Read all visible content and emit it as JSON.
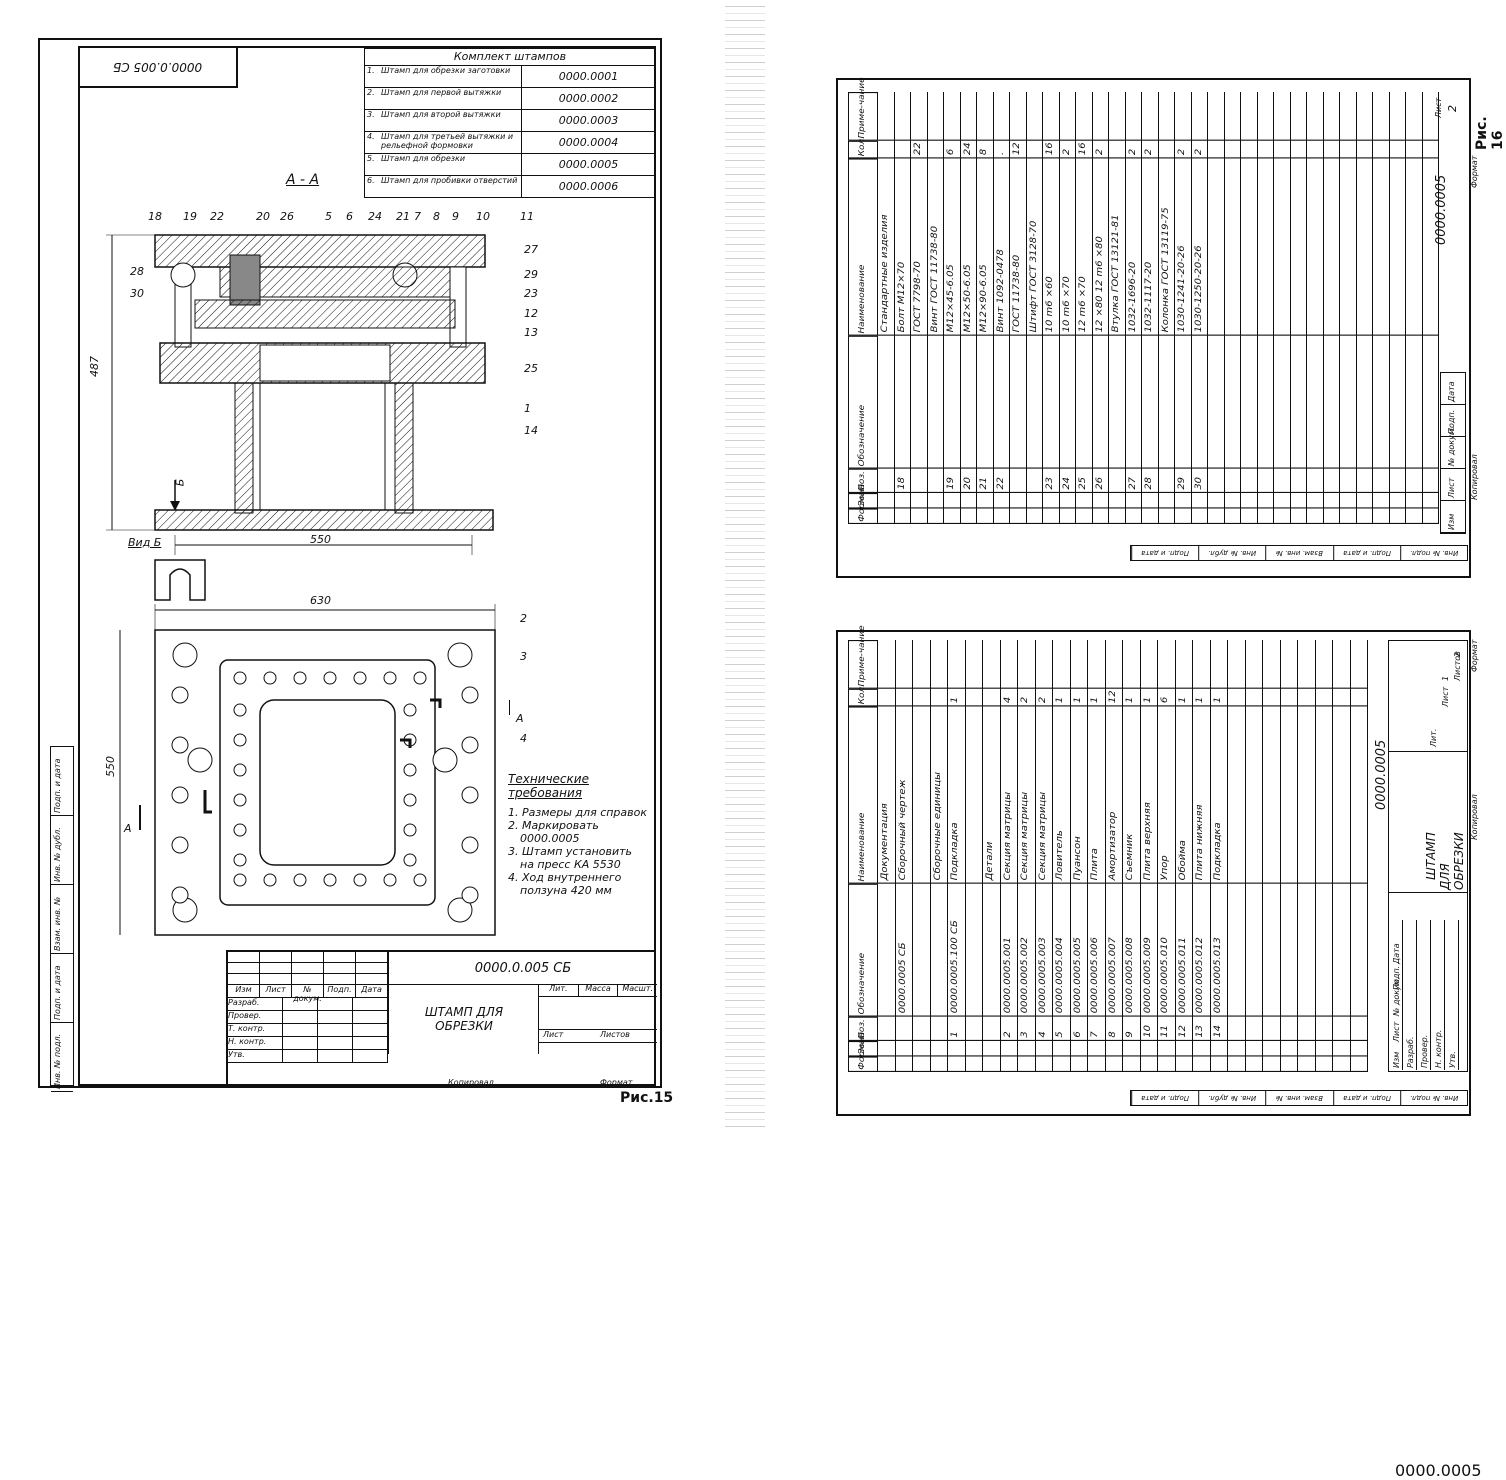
{
  "drawing15": {
    "code_top": "0000.0.005 СБ",
    "kit": {
      "title": "Комплект штампов",
      "rows": [
        {
          "n": "1.",
          "name": "Штамп для обрезки заготовки",
          "code": "0000.0001"
        },
        {
          "n": "2.",
          "name": "Штамп для первой вытяжки",
          "code": "0000.0002"
        },
        {
          "n": "3.",
          "name": "Штамп для второй вытяжки",
          "code": "0000.0003"
        },
        {
          "n": "4.",
          "name": "Штамп для третьей вытяжки и рельефной формовки",
          "code": "0000.0004"
        },
        {
          "n": "5.",
          "name": "Штамп для обрезки",
          "code": "0000.0005"
        },
        {
          "n": "6.",
          "name": "Штамп для пробивки отверстий",
          "code": "0000.0006"
        }
      ]
    },
    "section_label": "А - А",
    "view_label": "Вид Б",
    "dims": {
      "height": "487",
      "width_bottom": "550",
      "width_plan": "630",
      "height_plan": "550"
    },
    "callouts_top": [
      "18",
      "19",
      "22",
      "20",
      "26",
      "5",
      "6",
      "24",
      "21",
      "7",
      "8",
      "9",
      "10",
      "11"
    ],
    "callouts_right": [
      "27",
      "29",
      "23",
      "12",
      "13",
      "25",
      "1",
      "14"
    ],
    "callouts_left": [
      "28",
      "30"
    ],
    "callouts_plan": [
      "2",
      "3",
      "4"
    ],
    "arrow_b": "Б",
    "arrow_a": "А",
    "tech_title": "Технические требования",
    "tech_items": [
      "1. Размеры для справок",
      "2. Маркировать",
      "0000.0005",
      "3. Штамп установить",
      "на пресс КА 5530",
      "4. Ход внутреннего",
      "ползуна 420 мм"
    ],
    "stamp": {
      "code": "0000.0.005 СБ",
      "title1": "ШТАМП ДЛЯ",
      "title2": "ОБРЕЗКИ",
      "cols": [
        "Изм",
        "Лист",
        "№ докум.",
        "Подп.",
        "Дата"
      ],
      "rows": [
        "Разраб.",
        "Провер.",
        "Т. контр.",
        "Н. контр.",
        "Утв."
      ],
      "lit": "Лит.",
      "massa": "Масса",
      "masht": "Масшт.",
      "list": "Лист",
      "listov": "Листов",
      "left_strip": [
        "Инв. № подл.",
        "Подп. и дата",
        "Взам. инв. №",
        "Инв. № дубл.",
        "Подп. и дата"
      ]
    },
    "kopiroval": "Копировал",
    "format": "Формат",
    "fig": "Рис.15"
  },
  "spec_top": {
    "headers": [
      "Формат",
      "Зона",
      "Поз.",
      "Обозначение",
      "Наименование",
      "Кол.",
      "Приме-чание"
    ],
    "rows": [
      {
        "pos": "",
        "oboz": "",
        "name": "Стандартные изделия",
        "kol": ""
      },
      {
        "pos": "18",
        "oboz": "",
        "name": "Болт М12×70",
        "kol": ""
      },
      {
        "pos": "",
        "oboz": "",
        "name": "ГОСТ 7798-70",
        "kol": "22"
      },
      {
        "pos": "",
        "oboz": "",
        "name": "Винт ГОСТ 11738-80",
        "kol": ""
      },
      {
        "pos": "19",
        "oboz": "",
        "name": "М12×45-6.05",
        "kol": "6"
      },
      {
        "pos": "20",
        "oboz": "",
        "name": "М12×50-6.05",
        "kol": "24"
      },
      {
        "pos": "21",
        "oboz": "",
        "name": "М12×90-6.05",
        "kol": "8"
      },
      {
        "pos": "22",
        "oboz": "",
        "name": "Винт 1092-0478",
        "kol": "."
      },
      {
        "pos": "",
        "oboz": "",
        "name": "ГОСТ 11738-80",
        "kol": "12"
      },
      {
        "pos": "",
        "oboz": "",
        "name": "Штифт ГОСТ 3128-70",
        "kol": ""
      },
      {
        "pos": "23",
        "oboz": "",
        "name": "10 m6 ×60",
        "kol": "16"
      },
      {
        "pos": "24",
        "oboz": "",
        "name": "10 m6 ×70",
        "kol": "2"
      },
      {
        "pos": "25",
        "oboz": "",
        "name": "12 m6 ×70",
        "kol": "16"
      },
      {
        "pos": "26",
        "oboz": "",
        "name": "12 ×80 12 m6 ×80",
        "kol": "2"
      },
      {
        "pos": "",
        "oboz": "",
        "name": "Втулка ГОСТ 13121-81",
        "kol": ""
      },
      {
        "pos": "27",
        "oboz": "",
        "name": "1032-1696-20",
        "kol": "2"
      },
      {
        "pos": "28",
        "oboz": "",
        "name": "1032-1117-20",
        "kol": "2"
      },
      {
        "pos": "",
        "oboz": "",
        "name": "Колонка ГОСТ 13119-75",
        "kol": ""
      },
      {
        "pos": "29",
        "oboz": "",
        "name": "1030-1241-20-26",
        "kol": "2"
      },
      {
        "pos": "30",
        "oboz": "",
        "name": "1030-1250-20-26",
        "kol": "2"
      }
    ],
    "code": "0000.0005",
    "list_label": "Лист",
    "list_num": "2",
    "fig": "Рис. 16",
    "kopiroval": "Копировал",
    "format": "Формат",
    "stamp_cols": [
      "Изм",
      "Лист",
      "№ докум.",
      "Подп.",
      "Дата"
    ],
    "left_strip": [
      "Инв. № подл.",
      "Подп. и дата",
      "Взам. инв. №",
      "Инв. № дубл.",
      "Подп. и дата"
    ]
  },
  "spec_bottom": {
    "headers": [
      "Формат",
      "Зона",
      "Поз.",
      "Обозначение",
      "Наименование",
      "Кол.",
      "Приме-чание"
    ],
    "rows": [
      {
        "pos": "",
        "oboz": "",
        "name": "Документация",
        "kol": ""
      },
      {
        "pos": "",
        "oboz": "0000.0005 СБ",
        "name": "Сборочный чертеж",
        "kol": ""
      },
      {
        "pos": "",
        "oboz": "",
        "name": "",
        "kol": ""
      },
      {
        "pos": "",
        "oboz": "",
        "name": "Сборочные единицы",
        "kol": ""
      },
      {
        "pos": "1",
        "oboz": "0000.0005.100 СБ",
        "name": "Подкладка",
        "kol": "1"
      },
      {
        "pos": "",
        "oboz": "",
        "name": "",
        "kol": ""
      },
      {
        "pos": "",
        "oboz": "",
        "name": "Детали",
        "kol": ""
      },
      {
        "pos": "2",
        "oboz": "0000.0005.001",
        "name": "Секция матрицы",
        "kol": "4"
      },
      {
        "pos": "3",
        "oboz": "0000.0005.002",
        "name": "Секция матрицы",
        "kol": "2"
      },
      {
        "pos": "4",
        "oboz": "0000.0005.003",
        "name": "Секция матрицы",
        "kol": "2"
      },
      {
        "pos": "5",
        "oboz": "0000.0005.004",
        "name": "Ловитель",
        "kol": "1"
      },
      {
        "pos": "6",
        "oboz": "0000.0005.005",
        "name": "Пуансон",
        "kol": "1"
      },
      {
        "pos": "7",
        "oboz": "0000.0005.006",
        "name": "Плита",
        "kol": "1"
      },
      {
        "pos": "8",
        "oboz": "0000.0005.007",
        "name": "Амортизатор",
        "kol": "12"
      },
      {
        "pos": "9",
        "oboz": "0000.0005.008",
        "name": "Съемник",
        "kol": "1"
      },
      {
        "pos": "10",
        "oboz": "0000.0005.009",
        "name": "Плита верхняя",
        "kol": "1"
      },
      {
        "pos": "11",
        "oboz": "0000.0005.010",
        "name": "Упор",
        "kol": "6"
      },
      {
        "pos": "12",
        "oboz": "0000.0005.011",
        "name": "Обойма",
        "kol": "1"
      },
      {
        "pos": "13",
        "oboz": "0000.0005.012",
        "name": "Плита нижняя",
        "kol": "1"
      },
      {
        "pos": "14",
        "oboz": "0000.0005.013",
        "name": "Подкладка",
        "kol": "1"
      }
    ],
    "code": "0000.0005",
    "title1": "ШТАМП",
    "title2": "ДЛЯ ОБРЕЗКИ",
    "lit": "Лит.",
    "list": "Лист",
    "listov": "Листов",
    "list_num": "1",
    "listov_num": "2",
    "rows_stamp": [
      "Разраб.",
      "Провер.",
      "Н. контр.",
      "Утв."
    ],
    "stamp_cols": [
      "Изм",
      "Лист",
      "№ докум.",
      "Подп.",
      "Дата"
    ],
    "kopiroval": "Копировал",
    "format": "Формат",
    "left_strip": [
      "Инв. № подл.",
      "Подп. и дата",
      "Взам. инв. №",
      "Инв. № дубл.",
      "Подп. и дата"
    ]
  }
}
